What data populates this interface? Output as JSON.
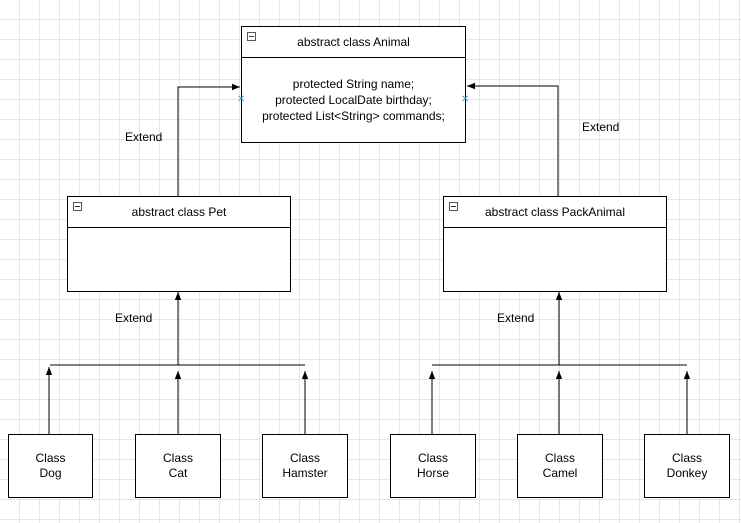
{
  "diagram": {
    "animal": {
      "title": "abstract class Animal",
      "fields": [
        "protected String name;",
        "protected LocalDate birthday;",
        "protected List<String> commands;"
      ]
    },
    "pet": {
      "title": "abstract class Pet"
    },
    "pack_animal": {
      "title": "abstract class PackAnimal"
    },
    "classes": {
      "dog": {
        "line1": "Class",
        "line2": "Dog"
      },
      "cat": {
        "line1": "Class",
        "line2": "Cat"
      },
      "hamster": {
        "line1": "Class",
        "line2": "Hamster"
      },
      "horse": {
        "line1": "Class",
        "line2": "Horse"
      },
      "camel": {
        "line1": "Class",
        "line2": "Camel"
      },
      "donkey": {
        "line1": "Class",
        "line2": "Donkey"
      }
    },
    "edge_labels": {
      "pet_to_animal": "Extend",
      "pack_to_animal": "Extend",
      "pets_to_pet": "Extend",
      "packs_to_pack": "Extend"
    },
    "colors": {
      "line": "#000000",
      "box_fill": "#ffffff",
      "grid": "#e6e6e6",
      "selection_port": "#29a3e6"
    }
  }
}
